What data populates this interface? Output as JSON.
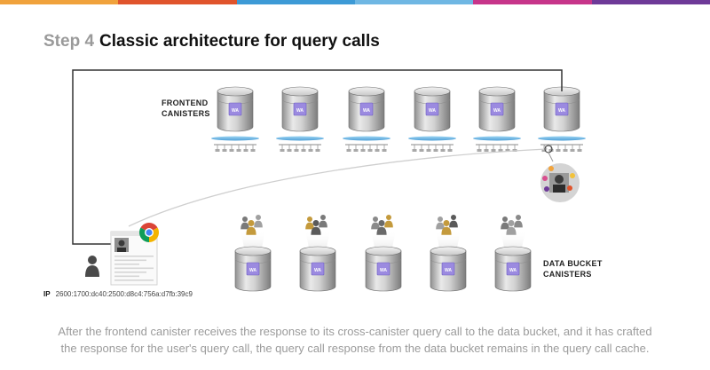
{
  "title": {
    "step": "Step 4",
    "text": "Classic architecture for query calls"
  },
  "labels": {
    "frontend": [
      "FRONTEND",
      "CANISTERS"
    ],
    "data_bucket": [
      "DATA BUCKET",
      "CANISTERS"
    ],
    "ip_label": "IP",
    "ip_value": "2600:1700:dc40:2500:d8c4:756a:d7fb:39c9",
    "canister_icon_text": "WA"
  },
  "caption": [
    "After the frontend canister receives the response to its cross-canister query call to the data bucket, and it has crafted",
    "the response for the user's query call, the query call response from the data bucket remains in the query call cache."
  ],
  "colors": {
    "top_bar": [
      "#f0a23c",
      "#e0542c",
      "#3d9ad6",
      "#6fb7e3",
      "#c7358a",
      "#6e3a98"
    ],
    "canister_badge": "#9b8ae0",
    "line": "#333333",
    "connector": "#cfcfcf",
    "chrome": [
      "#db4437",
      "#0f9d58",
      "#f4b400",
      "#4285f4"
    ]
  },
  "icons": [
    "database-canister-icon",
    "network-switch-icon",
    "person-icon",
    "chrome-logo-icon",
    "browser-window-icon",
    "avatar-badge-icon",
    "people-group-icon"
  ]
}
